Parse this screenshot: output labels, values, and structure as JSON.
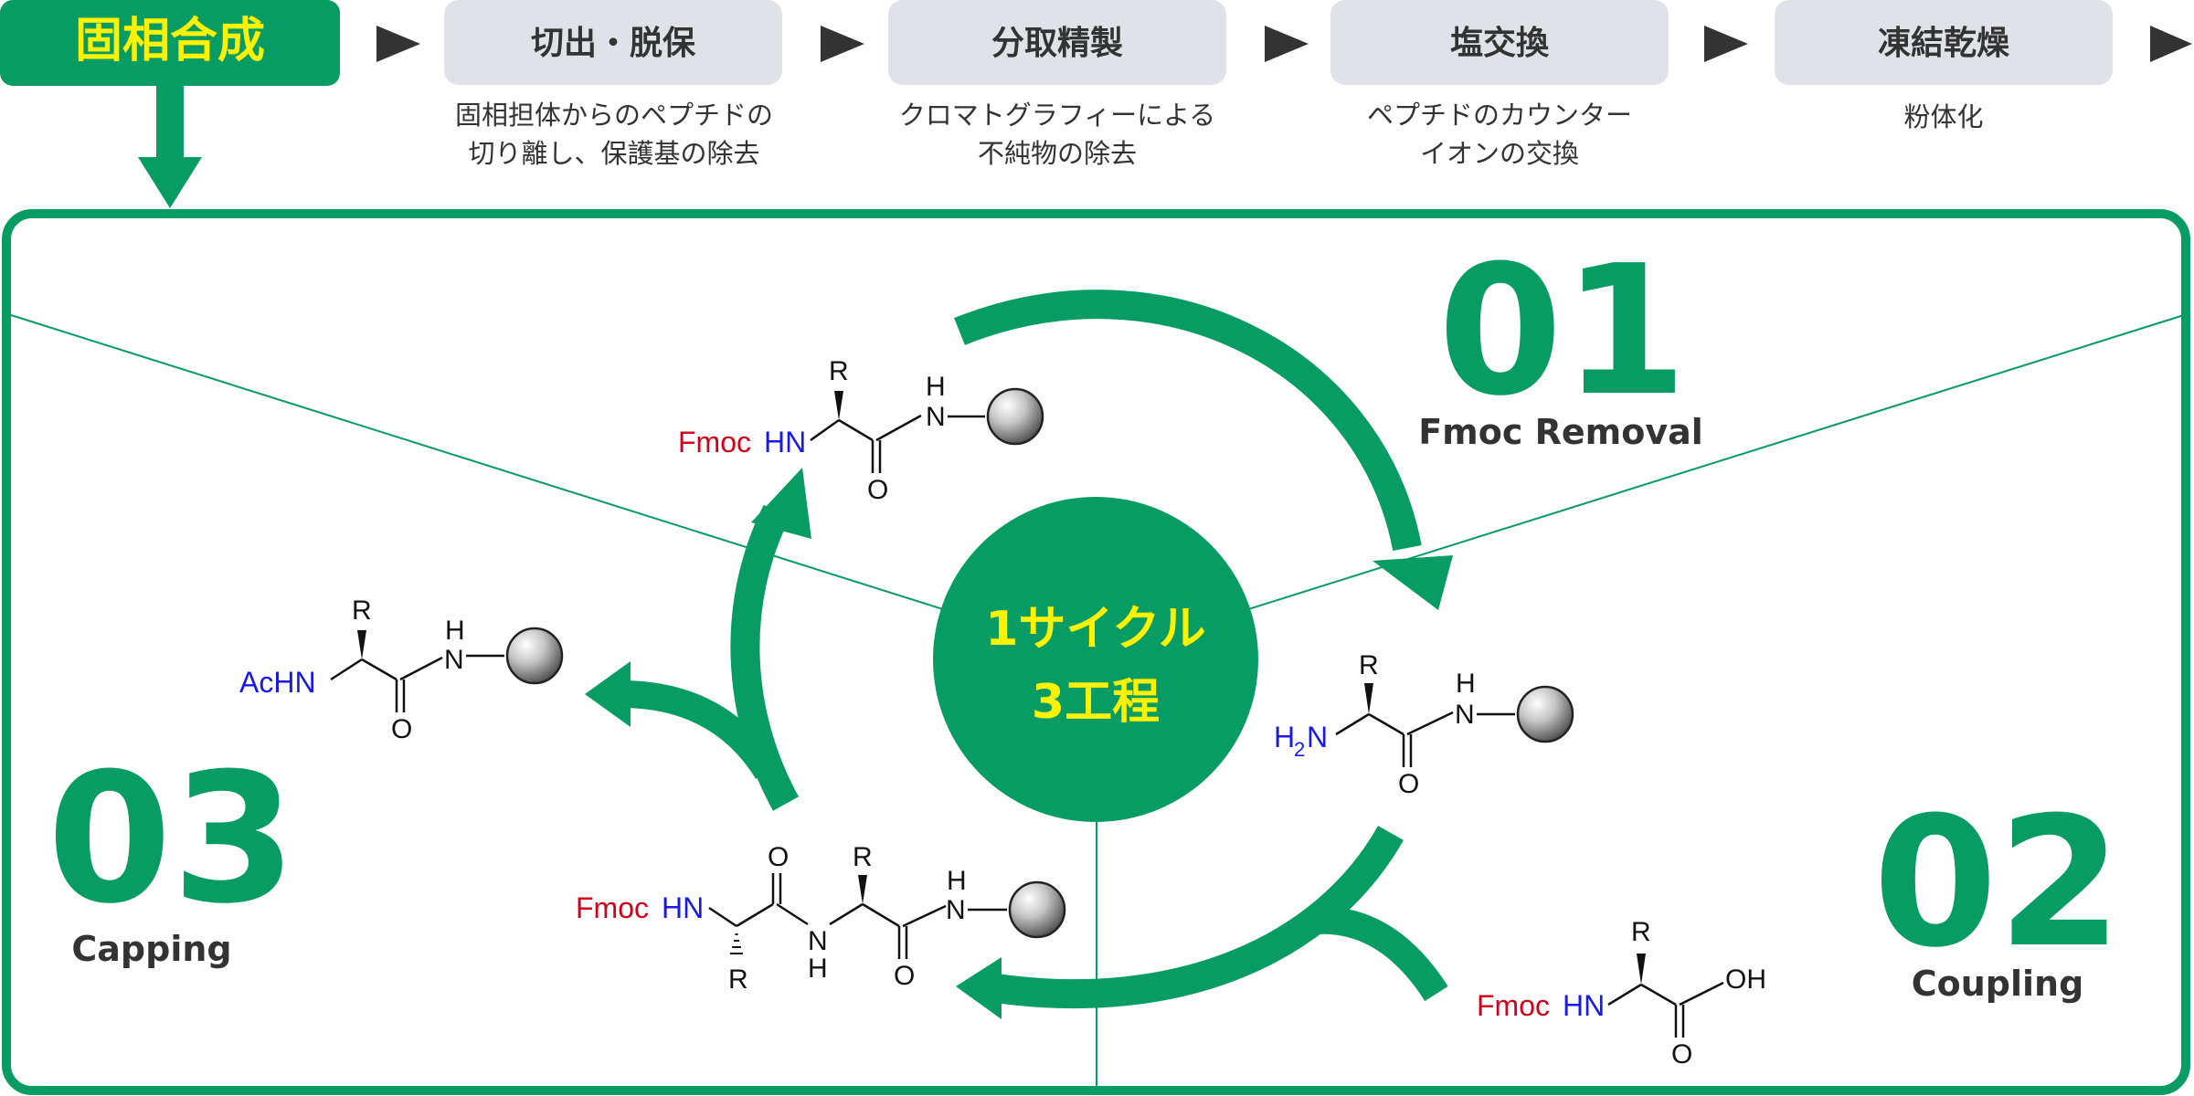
{
  "colors": {
    "green": "#079C64",
    "yellow": "#FFF200",
    "gray_box": "#E0E2E8",
    "dark_text": "#333333",
    "fmoc_red": "#D0021B",
    "amine_blue": "#1A1AE6"
  },
  "flow": {
    "start": "固相合成",
    "steps": [
      {
        "title": "切出・脱保",
        "desc": [
          "固相担体からのペプチドの",
          "切り離し、保護基の除去"
        ]
      },
      {
        "title": "分取精製",
        "desc": [
          "クロマトグラフィーによる",
          "不純物の除去"
        ]
      },
      {
        "title": "塩交換",
        "desc": [
          "ペプチドのカウンター",
          "イオンの交換"
        ]
      },
      {
        "title": "凍結乾燥",
        "desc": [
          "粉体化"
        ]
      }
    ]
  },
  "cycle": {
    "center": [
      "1サイクル",
      "3工程"
    ],
    "steps": [
      {
        "number": "01",
        "label": "Fmoc Removal"
      },
      {
        "number": "02",
        "label": "Coupling"
      },
      {
        "number": "03",
        "label": "Capping"
      }
    ]
  },
  "chem": {
    "fmoc": "Fmoc",
    "hn": "HN",
    "h": "H",
    "n": "N",
    "o": "O",
    "r": "R",
    "oh": "OH",
    "ac": "AcHN",
    "h2n_h": "H",
    "h2n_2": "2",
    "h2n_n": "N"
  }
}
